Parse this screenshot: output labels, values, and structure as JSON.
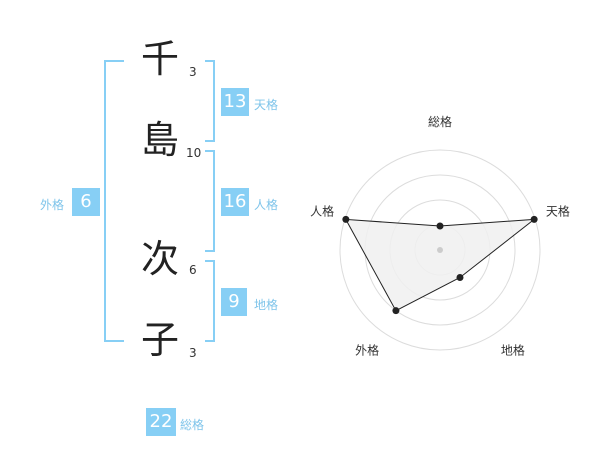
{
  "name": {
    "characters": [
      {
        "char": "千",
        "strokes": "3"
      },
      {
        "char": "島",
        "strokes": "10"
      },
      {
        "char": "次",
        "strokes": "6"
      },
      {
        "char": "子",
        "strokes": "3"
      }
    ]
  },
  "grids": {
    "tenkaku": {
      "value": "13",
      "label": "天格"
    },
    "jinkaku": {
      "value": "16",
      "label": "人格"
    },
    "chikaku": {
      "value": "9",
      "label": "地格"
    },
    "gaikaku": {
      "value": "6",
      "label": "外格"
    },
    "soukaku": {
      "value": "22",
      "label": "総格"
    }
  },
  "colors": {
    "accent": "#87cff5",
    "label": "#7ec4ea",
    "text": "#222222"
  },
  "chart_data": {
    "type": "radar",
    "axes": [
      "総格",
      "天格",
      "地格",
      "外格",
      "人格"
    ],
    "values": [
      0.24,
      0.99,
      0.34,
      0.75,
      0.99
    ],
    "range": [
      0,
      1
    ],
    "rings": 4
  }
}
